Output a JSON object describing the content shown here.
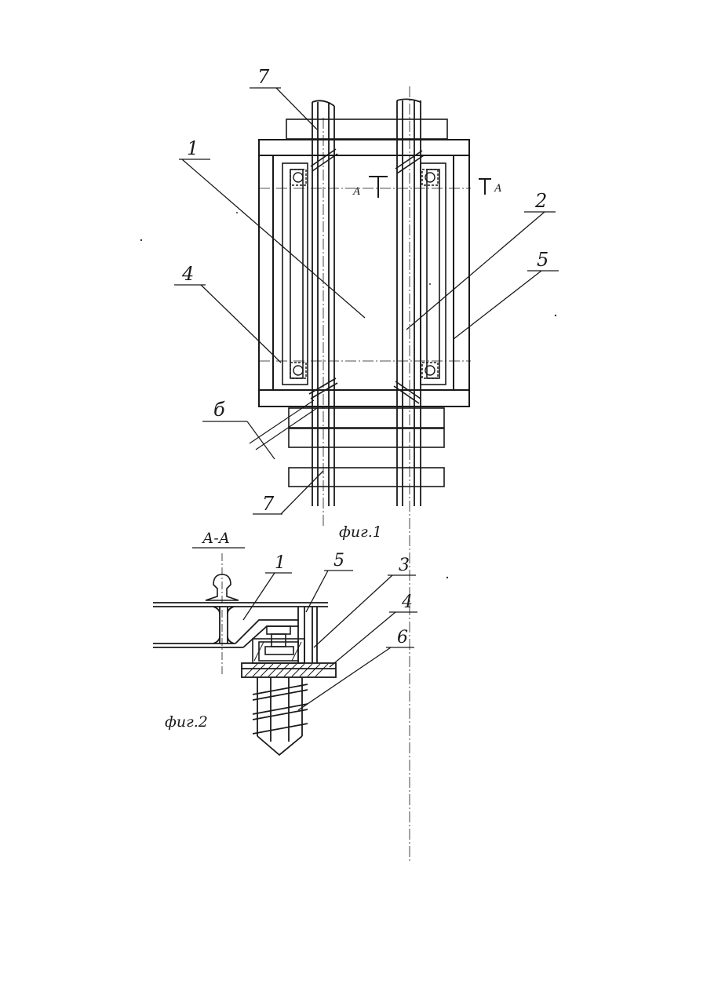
{
  "figure1": {
    "caption": "фиг.1",
    "callouts": [
      "1",
      "2",
      "4",
      "5",
      "7",
      "7",
      "б"
    ],
    "section_marks": [
      "А",
      "А"
    ]
  },
  "figure2": {
    "caption": "фиг.2",
    "section_title": "А-А",
    "callouts": [
      "1",
      "5",
      "3",
      "4",
      "6"
    ]
  }
}
